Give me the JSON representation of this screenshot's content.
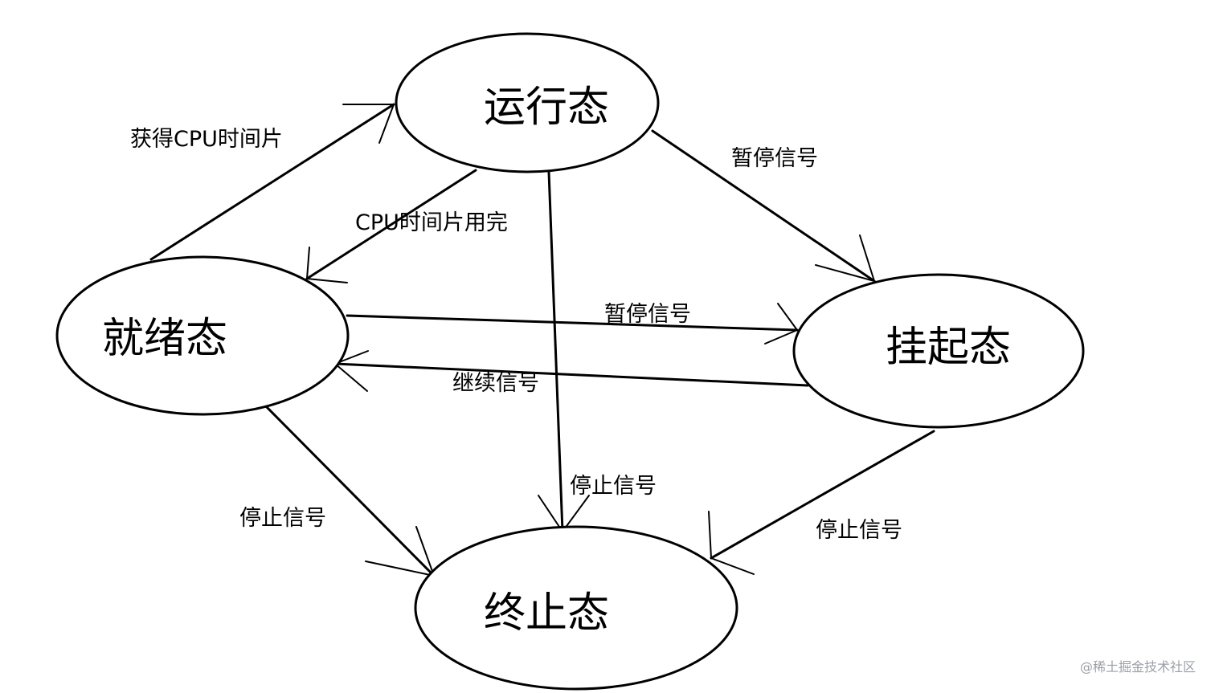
{
  "states": {
    "running": "运行态",
    "ready": "就绪态",
    "suspended": "挂起态",
    "terminated": "终止态"
  },
  "transitions": {
    "ready_to_running": "获得CPU时间片",
    "running_to_ready": "CPU时间片用完",
    "running_to_suspended": "暂停信号",
    "ready_to_suspended": "暂停信号",
    "suspended_to_ready": "继续信号",
    "running_to_terminated": "停止信号",
    "ready_to_terminated": "停止信号",
    "suspended_to_terminated": "停止信号"
  },
  "watermark": "@稀土掘金技术社区"
}
